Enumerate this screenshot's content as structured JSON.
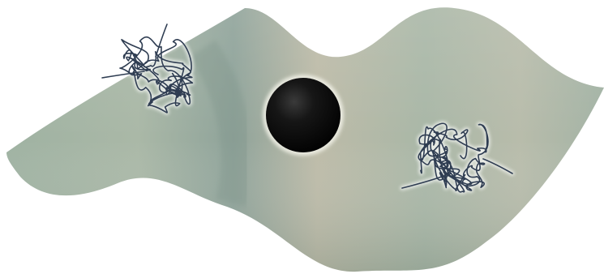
{
  "scene": {
    "colors": {
      "background": "#ffffff",
      "surface_light": "#b9b8a4",
      "surface_mid": "#a9b7a7",
      "surface_edge": "#9fb2a2",
      "tangle_stroke": "#2f3d52",
      "tangle_glow": "#ffffff",
      "sphere_core": "#0d0d0d",
      "sphere_halo": "#e8e8dc"
    },
    "objects": [
      {
        "kind": "wavy-surface",
        "icon": "wavy-sheet-icon"
      },
      {
        "kind": "tangled-coil",
        "icon": "scribble-coil-icon"
      },
      {
        "kind": "black-sphere",
        "icon": "sphere-icon"
      },
      {
        "kind": "tangled-coil",
        "icon": "scribble-coil-icon"
      }
    ]
  }
}
